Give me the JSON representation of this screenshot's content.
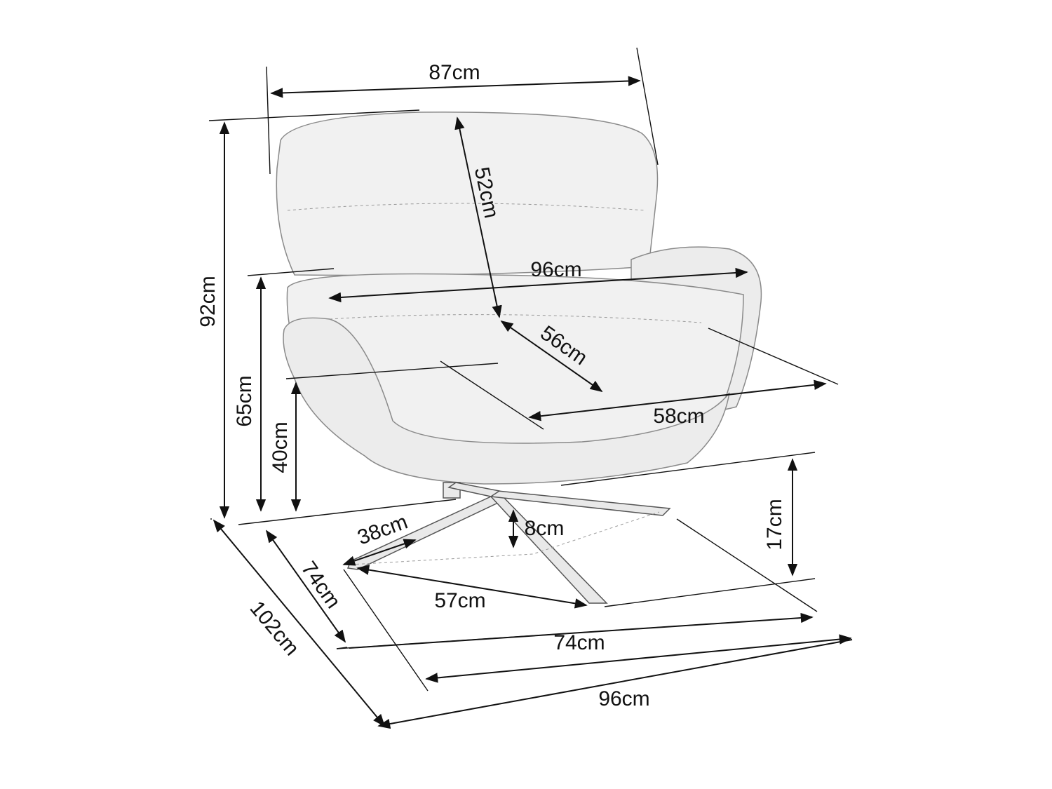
{
  "title": "Armchair dimensions",
  "labels": {
    "backrest_width": "87cm",
    "backrest_height": "52cm",
    "total_height": "92cm",
    "armrest_width": "96cm",
    "seat_depth": "56cm",
    "armrest_height": "65cm",
    "seat_height": "40cm",
    "seat_width": "58cm",
    "base_height": "17cm",
    "leg_length": "38cm",
    "leg_clearance": "8cm",
    "base_depth": "74cm",
    "leg_span": "57cm",
    "base_width": "74cm",
    "total_depth": "102cm",
    "total_width": "96cm"
  },
  "colors": {
    "line": "#111111",
    "chair_fill": "#f1f1f1",
    "chair_outline": "#8a8a8a"
  }
}
